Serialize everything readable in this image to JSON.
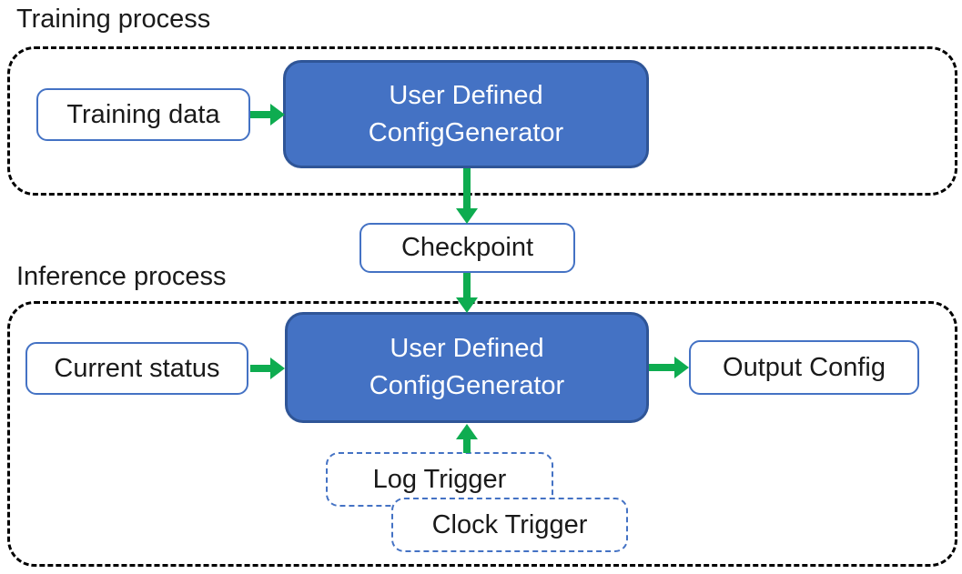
{
  "diagram": {
    "training": {
      "title": "Training process",
      "input_box_label": "Training data",
      "generator": {
        "line1": "User Defined",
        "line2": "ConfigGenerator"
      }
    },
    "checkpoint_label": "Checkpoint",
    "inference": {
      "title": "Inference process",
      "input_box_label": "Current status",
      "generator": {
        "line1": "User Defined",
        "line2": "ConfigGenerator"
      },
      "output_box_label": "Output Config",
      "log_trigger_label": "Log Trigger",
      "clock_trigger_label": "Clock Trigger"
    },
    "arrows": [
      "training-data-to-generator",
      "generator-to-checkpoint",
      "checkpoint-to-generator",
      "current-status-to-generator",
      "generator-to-output-config",
      "log-trigger-to-generator"
    ],
    "colors": {
      "background": "#FFFFFF",
      "generator_fill": "#4472C4",
      "generator_border": "#2F5597",
      "box_border": "#4472C4",
      "container_border": "#000000",
      "arrow_green": "#0EAC50",
      "text_dark": "#1A1A1A",
      "text_light": "#FFFFFF"
    }
  }
}
